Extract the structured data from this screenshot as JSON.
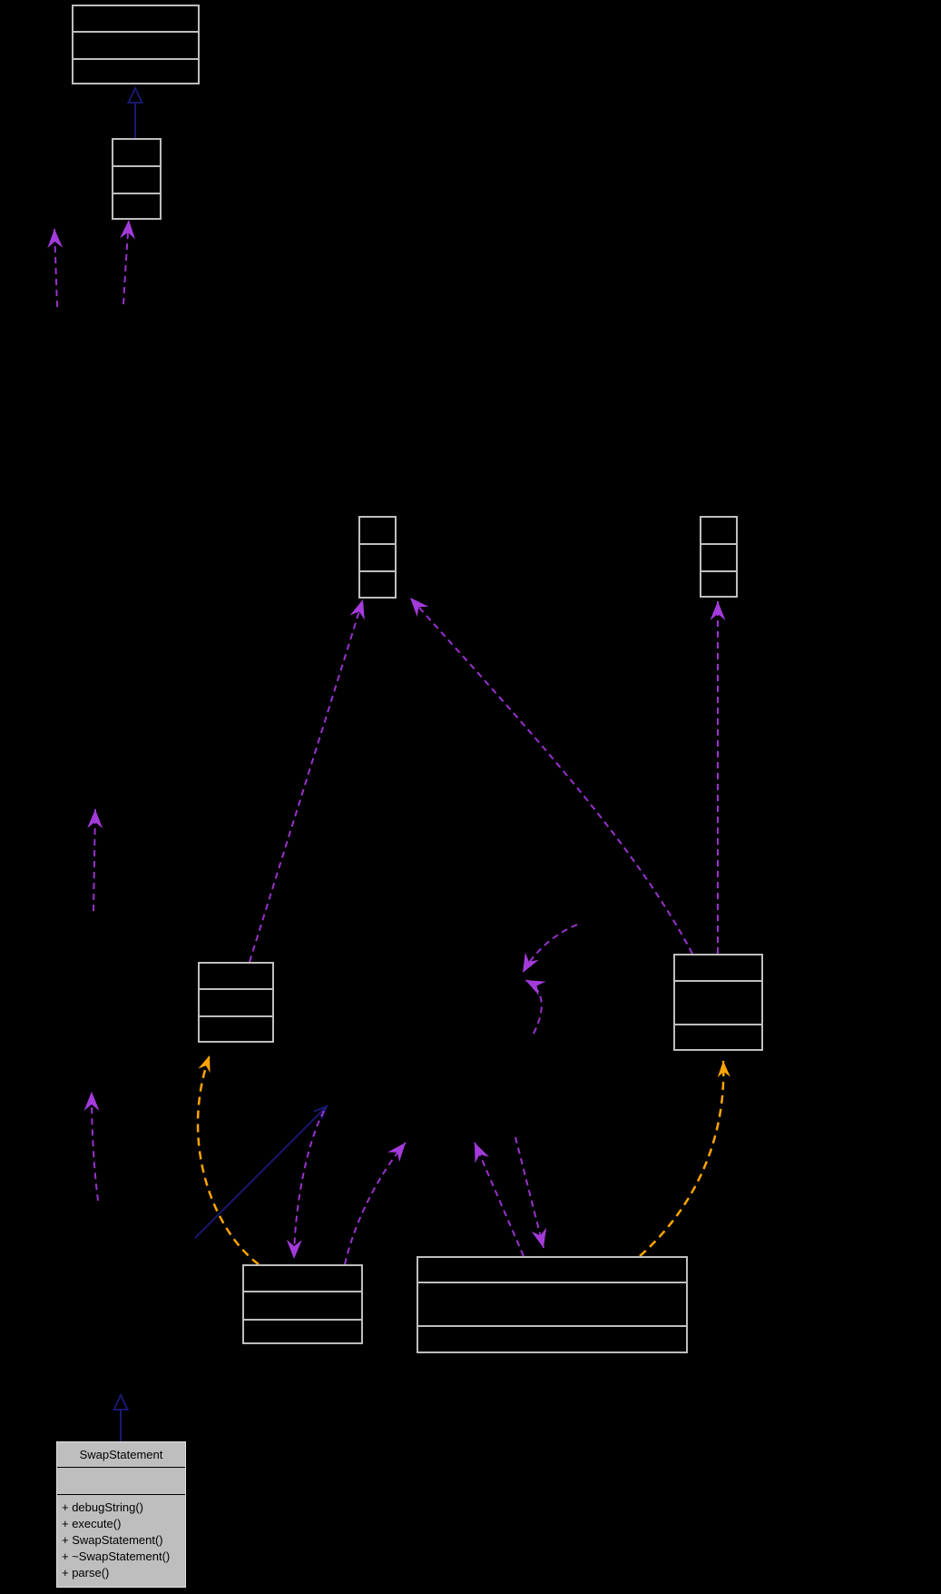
{
  "diagram": {
    "type": "uml-collaboration-graph",
    "background_color": "#000000",
    "node_border_color": "#BEBEBE",
    "inheritance_arrow_color": "#191970",
    "usage_arrow_color": "#9932CC",
    "template_arrow_color": "#FFA500",
    "main_node": {
      "title": "SwapStatement",
      "fields": "",
      "methods": [
        "+ debugString()",
        "+ execute()",
        "+ SwapStatement()",
        "+ ~SwapStatement()",
        "+ parse()"
      ]
    },
    "other_nodes_visible_text": ""
  }
}
